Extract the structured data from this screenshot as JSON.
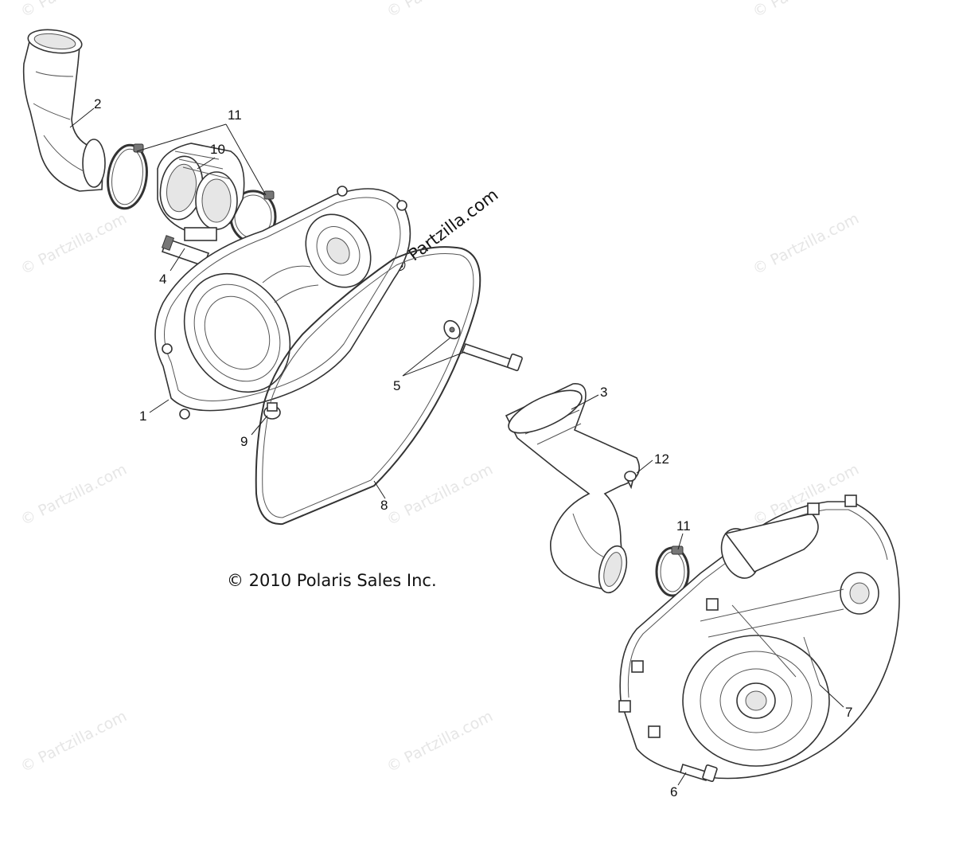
{
  "copyright": "© 2010 Polaris Sales Inc.",
  "watermark": "© Partzilla.com",
  "watermark_main": "© Partzilla.com",
  "callouts": {
    "c1": "1",
    "c2": "2",
    "c3": "3",
    "c4": "4",
    "c5": "5",
    "c6": "6",
    "c7": "7",
    "c8": "8",
    "c9": "9",
    "c10": "10",
    "c11a": "11",
    "c11b": "11",
    "c12": "12"
  }
}
